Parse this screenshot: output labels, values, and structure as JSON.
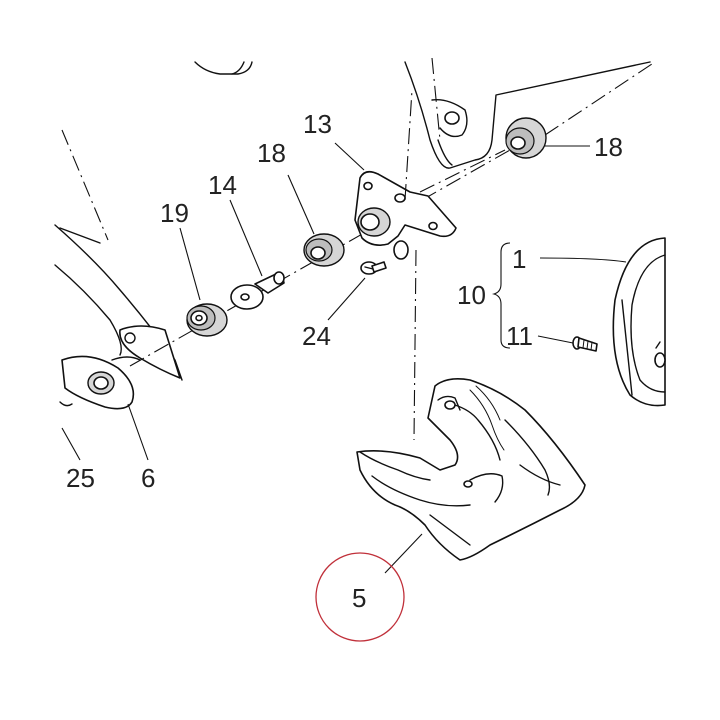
{
  "callouts": {
    "c13": "13",
    "c18_left": "18",
    "c18_right": "18",
    "c14": "14",
    "c19": "19",
    "c24": "24",
    "c1": "1",
    "c10": "10",
    "c11": "11",
    "c25": "25",
    "c6": "6",
    "c5": "5"
  },
  "colors": {
    "line": "#111111",
    "highlight_circle": "#c0303a",
    "shading": "#d6d6d6"
  }
}
